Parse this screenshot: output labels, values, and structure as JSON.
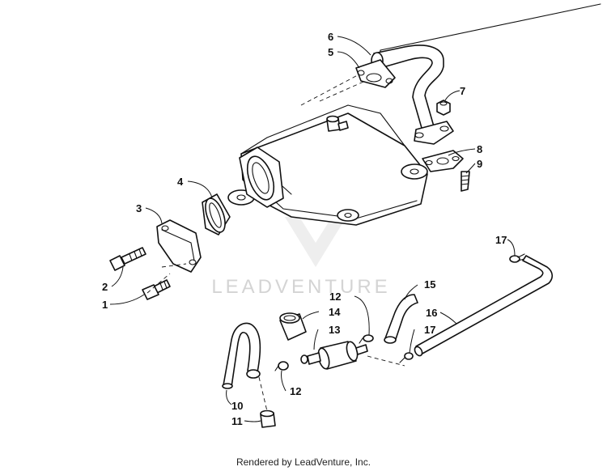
{
  "watermark": {
    "text": "LEADVENTURE"
  },
  "callouts": [
    "1",
    "2",
    "3",
    "4",
    "5",
    "6",
    "7",
    "8",
    "9",
    "10",
    "11",
    "12",
    "12",
    "13",
    "14",
    "15",
    "16",
    "17",
    "17"
  ],
  "footer": {
    "text": "Rendered by LeadVenture, Inc."
  }
}
